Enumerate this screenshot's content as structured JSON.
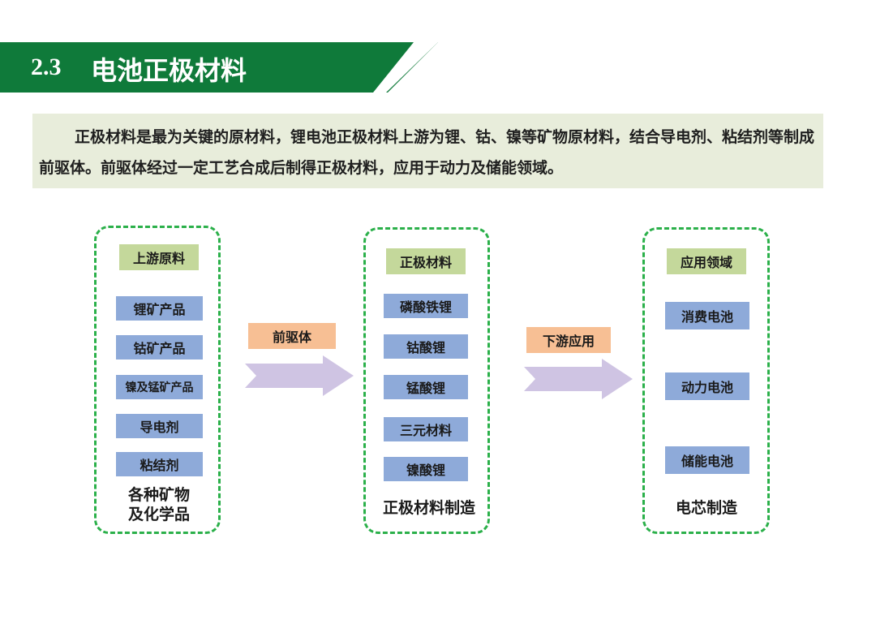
{
  "header": {
    "number": "2.3",
    "title": "电池正极材料"
  },
  "intro": {
    "text": "正极材料是最为关键的原材料，锂电池正极材料上游为锂、钴、镍等矿物原材料，结合导电剂、粘结剂等制成前驱体。前驱体经过一定工艺合成后制得正极材料，应用于动力及储能领域。"
  },
  "upstream": {
    "header": "上游原料",
    "items": [
      "锂矿产品",
      "钴矿产品",
      "镍及锰矿产品",
      "导电剂",
      "粘结剂"
    ],
    "caption_line1": "各种矿物",
    "caption_line2": "及化学品"
  },
  "arrow1": {
    "label": "前驱体"
  },
  "midstream": {
    "header": "正极材料",
    "items": [
      "磷酸铁锂",
      "钴酸锂",
      "锰酸锂",
      "三元材料",
      "镍酸锂"
    ],
    "caption": "正极材料制造"
  },
  "arrow2": {
    "label": "下游应用"
  },
  "downstream": {
    "header": "应用领域",
    "items": [
      "消费电池",
      "动力电池",
      "储能电池"
    ],
    "caption": "电芯制造"
  },
  "colors": {
    "banner_green": "#0f7a3a",
    "dashed_green": "#2bb04a",
    "header_tag": "#c4d89b",
    "item_tag": "#8eaad9",
    "arrow_label": "#f7bf94",
    "arrow_fill": "#cfc4e3"
  }
}
